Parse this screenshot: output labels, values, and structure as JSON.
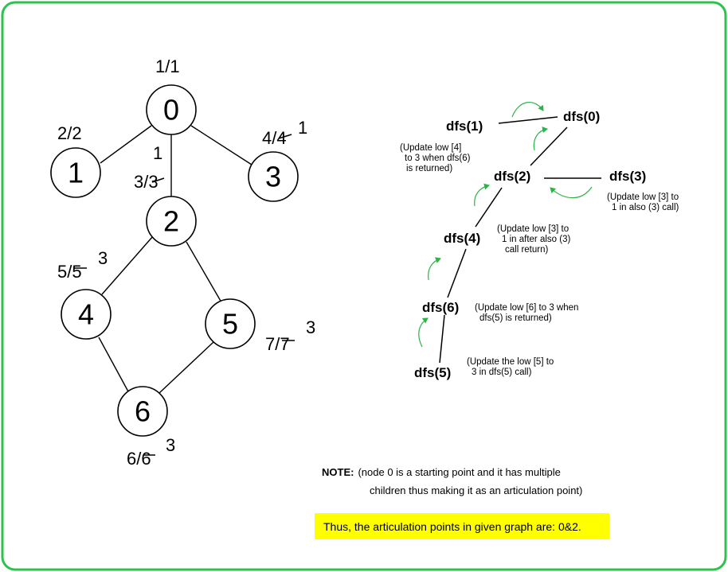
{
  "colors": {
    "border": "#2ec14d",
    "arrow": "#2fb24a",
    "highlight": "#ffff00",
    "ink": "#000000"
  },
  "graph": {
    "nodes": [
      {
        "id": "0",
        "label": "0"
      },
      {
        "id": "1",
        "label": "1"
      },
      {
        "id": "2",
        "label": "2"
      },
      {
        "id": "3",
        "label": "3"
      },
      {
        "id": "4",
        "label": "4"
      },
      {
        "id": "5",
        "label": "5"
      },
      {
        "id": "6",
        "label": "6"
      }
    ],
    "edges": [
      [
        "0",
        "1"
      ],
      [
        "0",
        "2"
      ],
      [
        "0",
        "3"
      ],
      [
        "2",
        "4"
      ],
      [
        "2",
        "5"
      ],
      [
        "4",
        "6"
      ],
      [
        "5",
        "6"
      ]
    ],
    "annotations": {
      "n0": {
        "disc": "1/1"
      },
      "n1": {
        "disc": "2/2"
      },
      "n2": {
        "disc_num": "3/",
        "disc_struck": "3",
        "updated_low": "1"
      },
      "n3": {
        "disc_num": "4/",
        "disc_struck": "4",
        "updated_low": "1"
      },
      "n4": {
        "disc_num": "5/",
        "disc_struck": "5",
        "updated_low": "3"
      },
      "n5": {
        "disc_num": "7/",
        "disc_struck": "7",
        "updated_low": "3"
      },
      "n6": {
        "disc_num": "6/",
        "disc_struck": "6",
        "updated_low": "3"
      }
    }
  },
  "dfs_tree": {
    "calls": {
      "dfs0": "dfs(0)",
      "dfs1": "dfs(1)",
      "dfs2": "dfs(2)",
      "dfs3": "dfs(3)",
      "dfs4": "dfs(4)",
      "dfs6": "dfs(6)",
      "dfs5": "dfs(5)"
    },
    "notes": {
      "low4": [
        "(Update low [4]",
        "to 3 when dfs(6)",
        "is returned)"
      ],
      "low3_a": [
        "(Update low [3] to",
        "1 in also (3) call)"
      ],
      "low3_b": [
        "(Update low [3] to",
        "1 in after also (3)",
        "call return)"
      ],
      "low6": [
        "(Update low [6] to 3 when",
        "dfs(5) is returned)"
      ],
      "low5": [
        "(Update the low [5] to",
        "3 in dfs(5) call)"
      ]
    }
  },
  "note": {
    "label": "NOTE:",
    "line1": "(node 0 is a starting point and it has multiple",
    "line2": "children thus making it as an articulation point)"
  },
  "conclusion": "Thus, the articulation points in given graph are: 0&2."
}
